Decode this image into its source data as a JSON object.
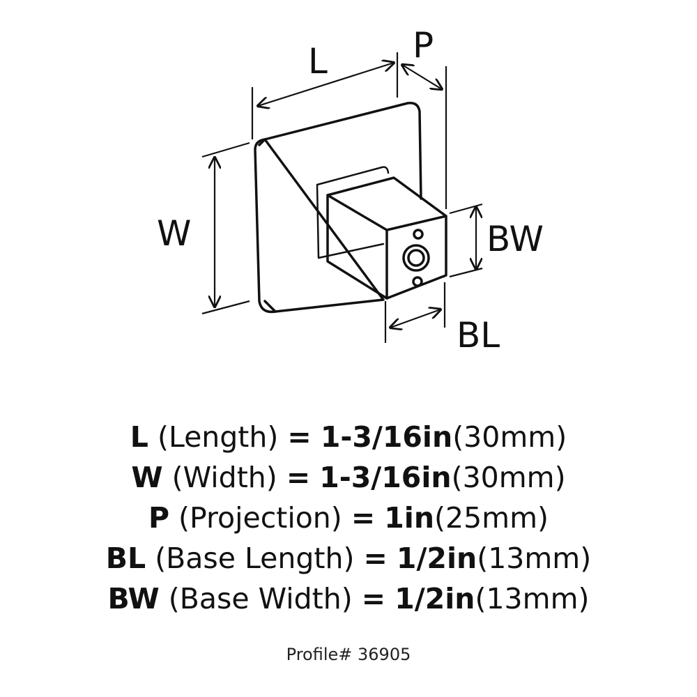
{
  "diagram": {
    "labels": {
      "L": "L",
      "P": "P",
      "W": "W",
      "BW": "BW",
      "BL": "BL"
    }
  },
  "specs": [
    {
      "abbr": "L",
      "name": "(Length)",
      "equals": "=",
      "imperial": "1-3/16in",
      "metric": "(30mm)"
    },
    {
      "abbr": "W",
      "name": "(Width)",
      "equals": "=",
      "imperial": "1-3/16in",
      "metric": "(30mm)"
    },
    {
      "abbr": "P",
      "name": "(Projection)",
      "equals": "=",
      "imperial": "1in",
      "metric": "(25mm)"
    },
    {
      "abbr": "BL",
      "name": "(Base Length)",
      "equals": "=",
      "imperial": "1/2in",
      "metric": "(13mm)"
    },
    {
      "abbr": "BW",
      "name": "(Base Width)",
      "equals": "=",
      "imperial": "1/2in",
      "metric": "(13mm)"
    }
  ],
  "profile": "Profile# 36905",
  "colors": {
    "line": "#111111",
    "background": "#ffffff"
  }
}
